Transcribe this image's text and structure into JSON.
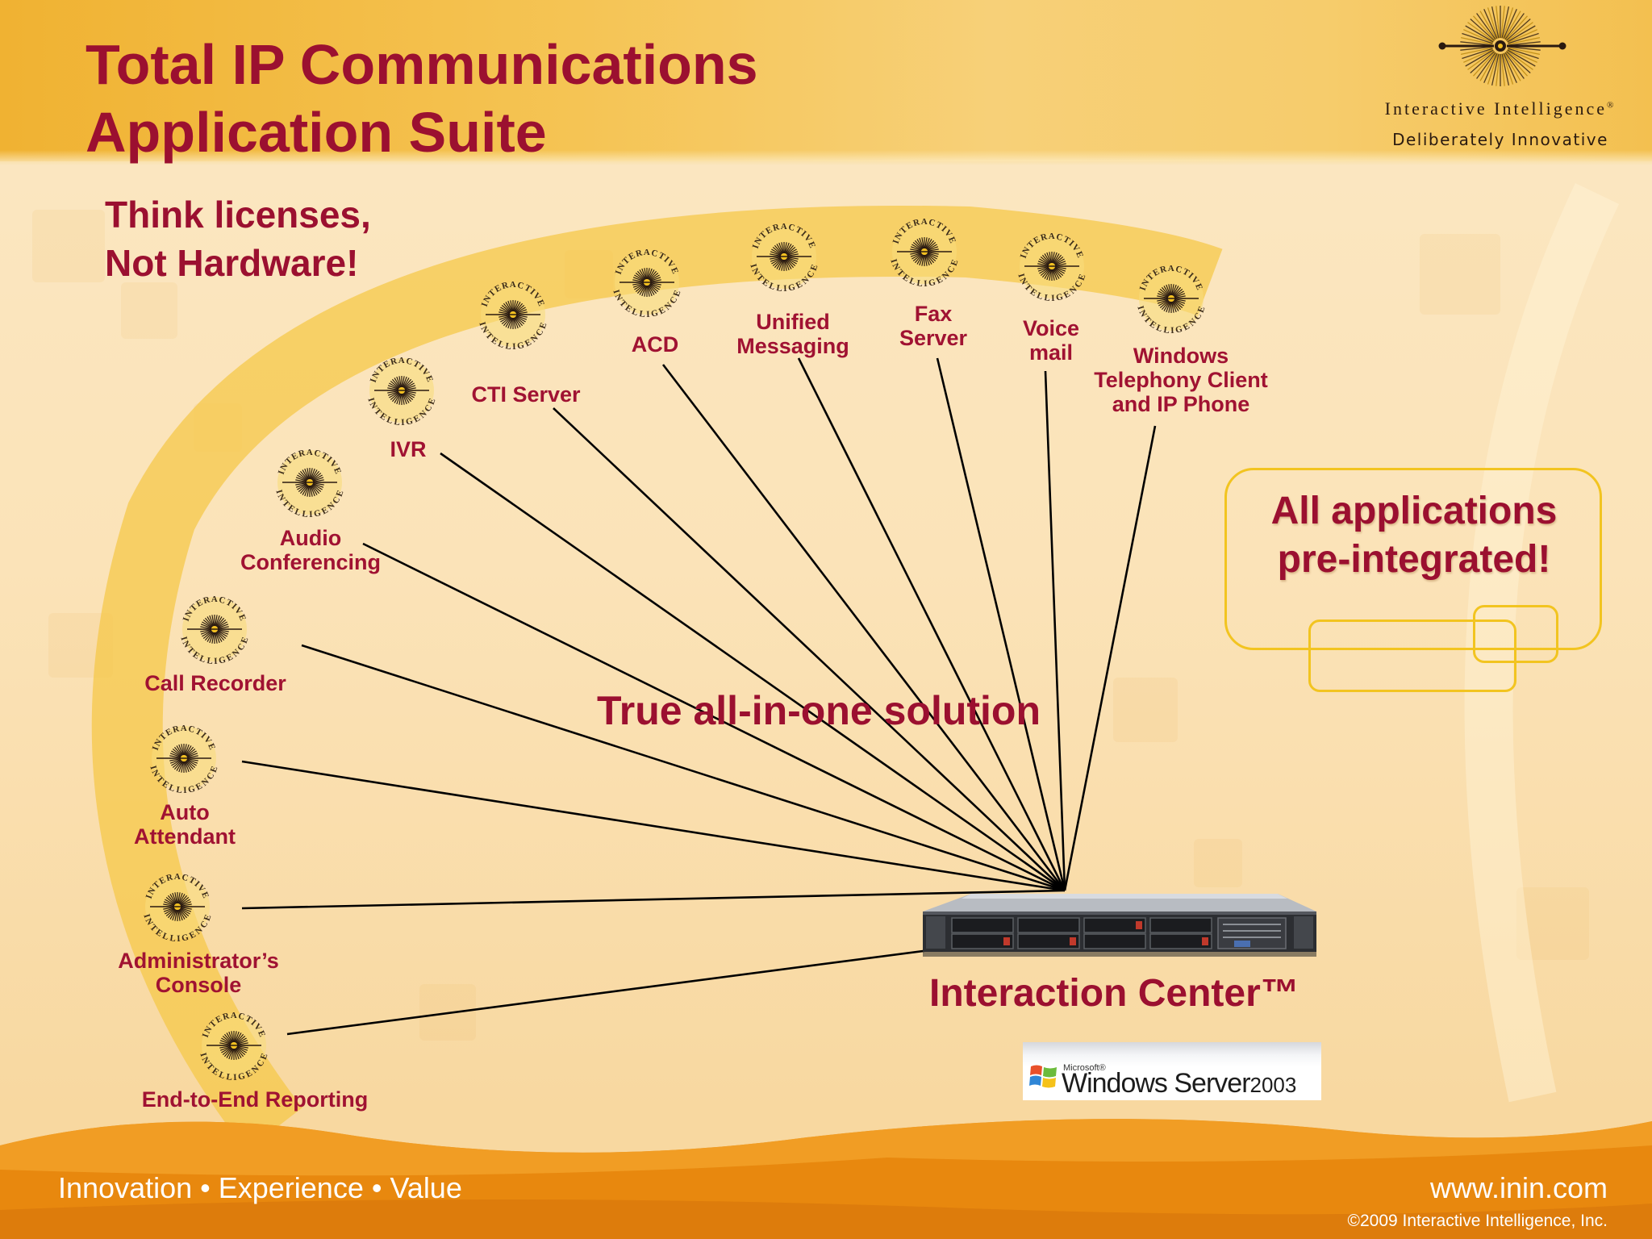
{
  "slide": {
    "title_line1": "Total IP Communications",
    "title_line2": "Application Suite",
    "tagline_line1": "Think licenses,",
    "tagline_line2": "Not Hardware!"
  },
  "logo": {
    "name": "Interactive Intelligence",
    "registered_mark": "®",
    "slogan": "Deliberately Innovative",
    "icon": "starburst-logo-icon"
  },
  "emblem": {
    "top_text": "INTERACTIVE",
    "bottom_text": "INTELLIGENCE",
    "icon": "interactive-intelligence-emblem-icon"
  },
  "applications": [
    {
      "id": "end-to-end-reporting",
      "lines": [
        "End-to-End Reporting"
      ]
    },
    {
      "id": "administrators-console",
      "lines": [
        "Administrator’s",
        "Console"
      ]
    },
    {
      "id": "auto-attendant",
      "lines": [
        "Auto",
        "Attendant"
      ]
    },
    {
      "id": "call-recorder",
      "lines": [
        "Call Recorder"
      ]
    },
    {
      "id": "audio-conferencing",
      "lines": [
        "Audio",
        "Conferencing"
      ]
    },
    {
      "id": "ivr",
      "lines": [
        "IVR"
      ]
    },
    {
      "id": "cti-server",
      "lines": [
        "CTI Server"
      ]
    },
    {
      "id": "acd",
      "lines": [
        "ACD"
      ]
    },
    {
      "id": "unified-messaging",
      "lines": [
        "Unified",
        "Messaging"
      ]
    },
    {
      "id": "fax-server",
      "lines": [
        "Fax",
        "Server"
      ]
    },
    {
      "id": "voice-mail",
      "lines": [
        "Voice",
        "mail"
      ]
    },
    {
      "id": "windows-telephony-client",
      "lines": [
        "Windows",
        "Telephony Client",
        "and IP Phone"
      ]
    }
  ],
  "center_caption": "True all-in-one solution",
  "callout": {
    "line1": "All applications",
    "line2": "pre-integrated!"
  },
  "hub": {
    "name": "Interaction Center™",
    "icon": "rack-server-icon"
  },
  "os_logo": {
    "vendor": "Microsoft",
    "vendor_mark": "®",
    "product": "Windows Server",
    "version": "2003",
    "icon": "windows-flag-icon"
  },
  "footer": {
    "slogan": "Innovation • Experience • Value",
    "url": "www.inin.com",
    "copyright": "©2009 Interactive Intelligence, Inc."
  },
  "colors": {
    "title": "#9b1030",
    "label": "#a01232",
    "arc": "#f6c84a",
    "callout_border": "#f2c420",
    "footer_band": "#e8880e",
    "connector": "#000000"
  }
}
